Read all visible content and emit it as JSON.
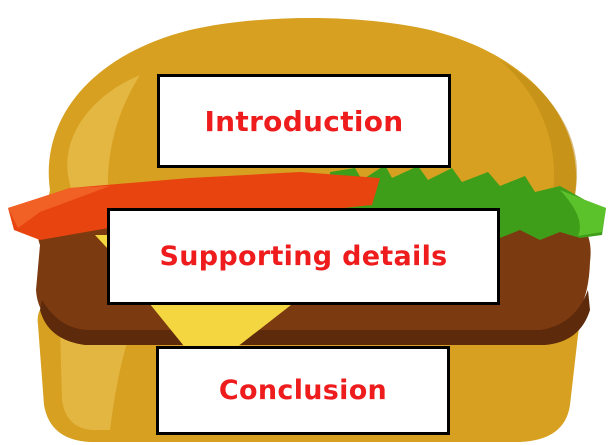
{
  "diagram": {
    "boxes": [
      {
        "label": "Introduction"
      },
      {
        "label": "Supporting details"
      },
      {
        "label": "Conclusion"
      }
    ]
  },
  "colors": {
    "bun": "#d7a020",
    "bun_shadow": "#b88512",
    "bun_highlight": "#ecc65c",
    "tomato": "#e8440f",
    "lettuce": "#3f9e19",
    "patty": "#7c3a10",
    "patty_dark": "#5d2a0b",
    "cheese": "#f4d640",
    "label_text": "#ee1c1c",
    "box_border": "#000000"
  },
  "icons": [
    "hamburger-illustration"
  ]
}
